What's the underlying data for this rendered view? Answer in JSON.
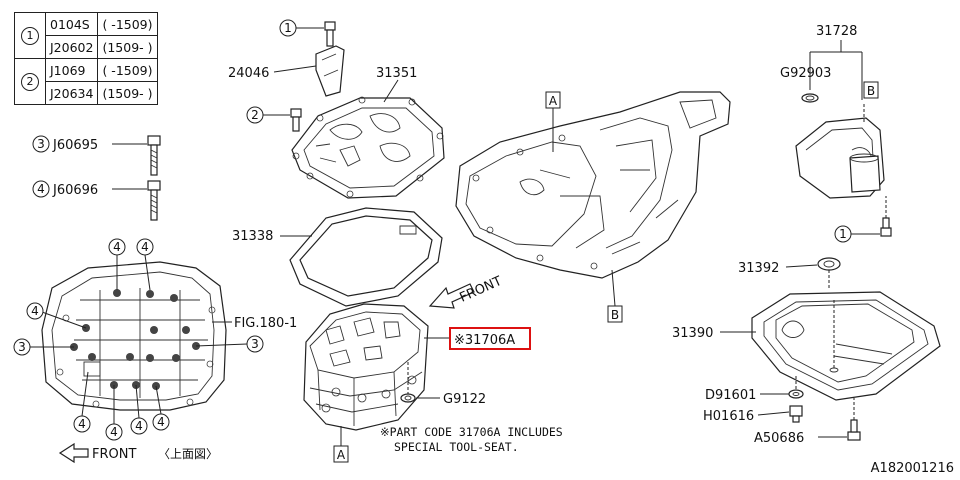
{
  "table": {
    "rows": [
      {
        "num": "1",
        "part": "0104S",
        "range": "( -1509)"
      },
      {
        "num": "1",
        "part": "J20602",
        "range": "(1509- )"
      },
      {
        "num": "2",
        "part": "J1069",
        "range": "( -1509)"
      },
      {
        "num": "2",
        "part": "J20634",
        "range": "(1509- )"
      }
    ]
  },
  "bolts": {
    "b3_num": "3",
    "b3_part": "J60695",
    "b4_num": "4",
    "b4_part": "J60696"
  },
  "callouts": {
    "p24046": "24046",
    "p31351": "31351",
    "p31338": "31338",
    "p31706a": "※31706A",
    "pG9122": "G9122",
    "p31728": "31728",
    "pG92903": "G92903",
    "p31392": "31392",
    "p31390": "31390",
    "pD91601": "D91601",
    "pH01616": "H01616",
    "pA50686": "A50686",
    "fig": "FIG.180-1",
    "refA": "A",
    "refB": "B",
    "c1": "1",
    "c2": "2",
    "c3": "3",
    "c4": "4"
  },
  "front_label": "FRONT",
  "top_view": "〈上面図〉",
  "note_line1": "※PART CODE 31706A INCLUDES",
  "note_line2": "SPECIAL TOOL-SEAT.",
  "diagram_id": "A182001216"
}
